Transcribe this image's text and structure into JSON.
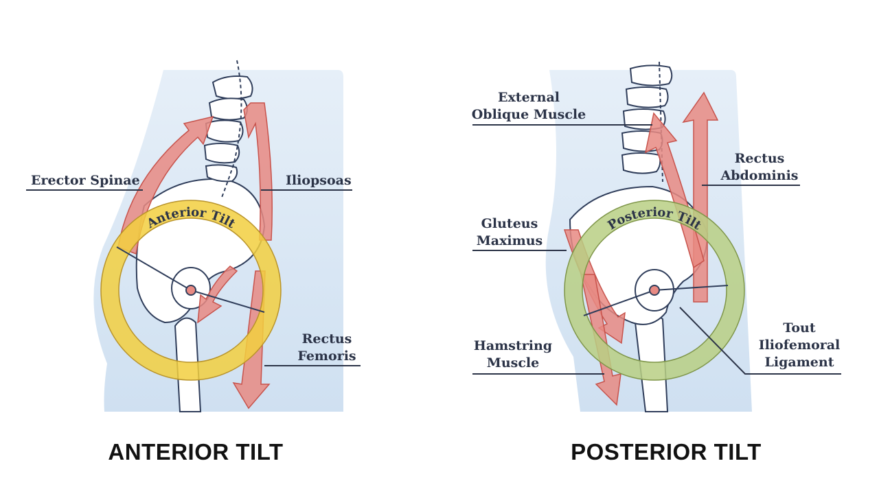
{
  "anterior": {
    "caption": "ANTERIOR TILT",
    "ring_label": "Anterior Tilt",
    "labels": {
      "erector_spinae": "Erector Spinae",
      "iliopsoas": "Iliopsoas",
      "rectus_femoris_1": "Rectus",
      "rectus_femoris_2": "Femoris"
    }
  },
  "posterior": {
    "caption": "POSTERIOR TILT",
    "ring_label": "Posterior Tilt",
    "labels": {
      "external_oblique_1": "External",
      "external_oblique_2": "Oblique Muscle",
      "rectus_abdominis_1": "Rectus",
      "rectus_abdominis_2": "Abdominis",
      "gluteus_maximus_1": "Gluteus",
      "gluteus_maximus_2": "Maximus",
      "hamstring_1": "Hamstring",
      "hamstring_2": "Muscle",
      "iliofemoral_1": "Tout",
      "iliofemoral_2": "Iliofemoral",
      "iliofemoral_3": "Ligament"
    }
  },
  "colors": {
    "body": "#dde9f5",
    "bone_outline": "#2f3d5a",
    "muscle_arrow": "#e88a83",
    "anterior_ring": "#f2cf3f",
    "posterior_ring": "#b9cf84"
  }
}
